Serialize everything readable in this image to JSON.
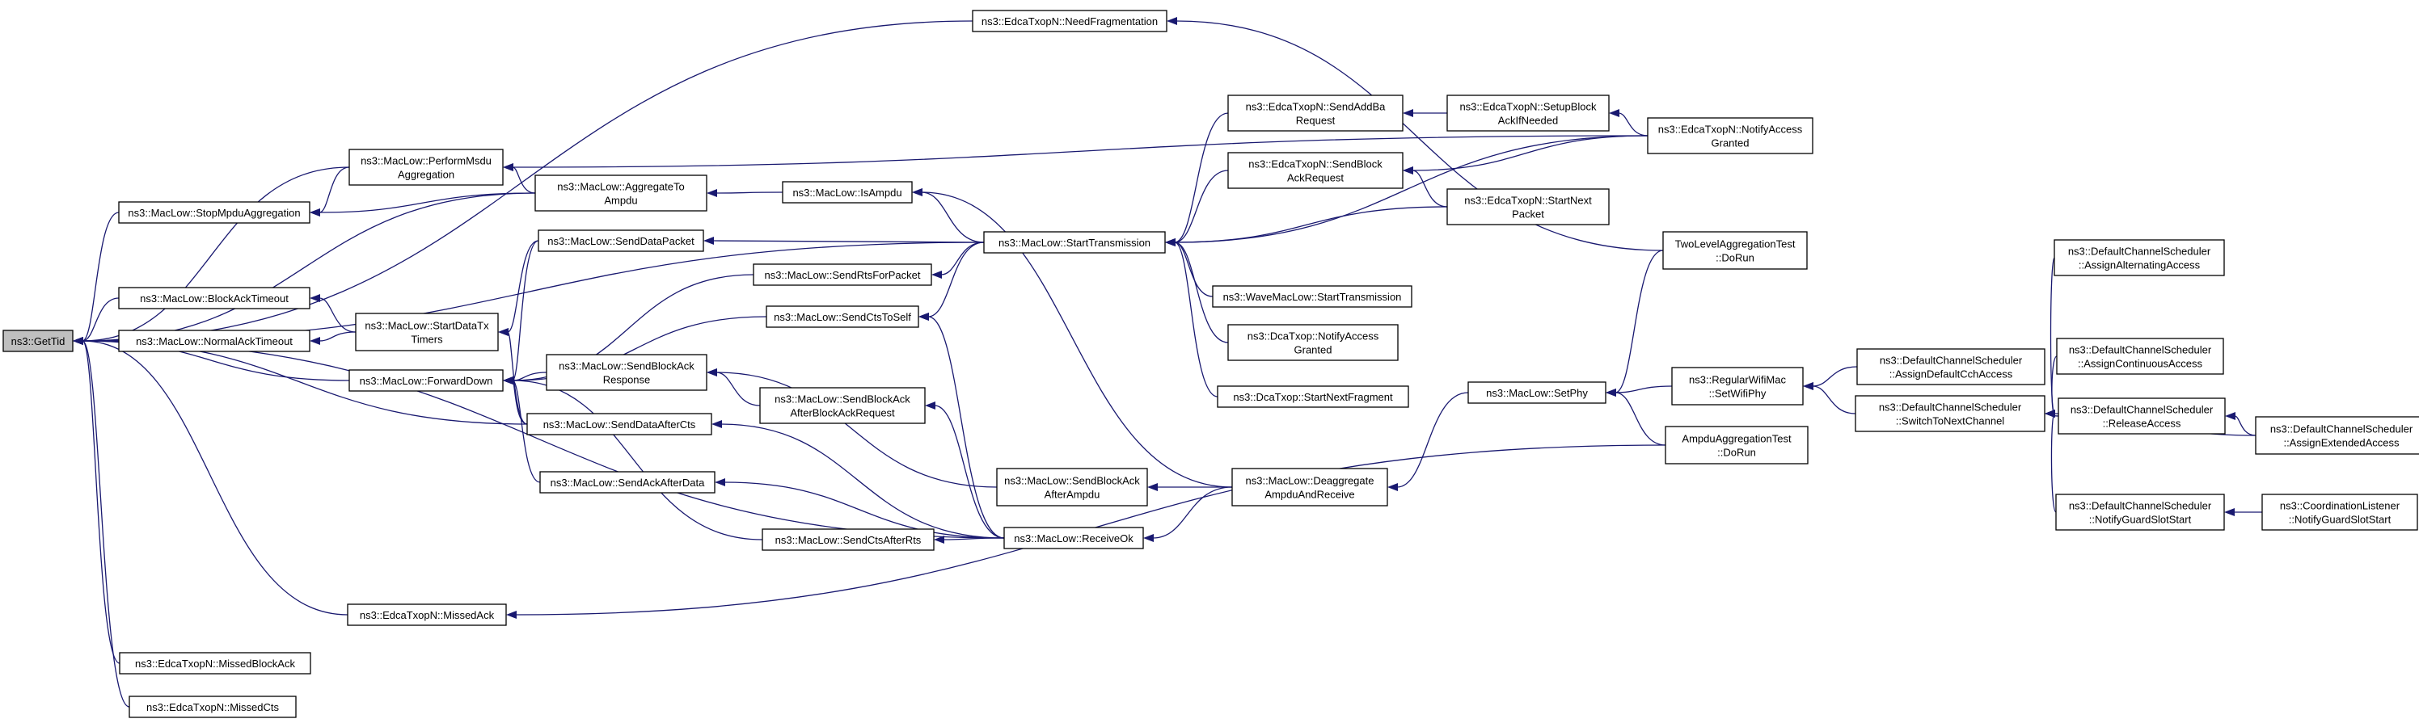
{
  "graph": {
    "root": "gettid",
    "nodes": [
      {
        "id": "gettid",
        "lines": [
          "ns3::GetTid"
        ]
      },
      {
        "id": "needfrag",
        "lines": [
          "ns3::EdcaTxopN::NeedFragmentation"
        ]
      },
      {
        "id": "performmsdu",
        "lines": [
          "ns3::MacLow::PerformMsdu",
          "Aggregation"
        ]
      },
      {
        "id": "stopmpdu",
        "lines": [
          "ns3::MacLow::StopMpduAggregation"
        ]
      },
      {
        "id": "aggrtoampdu",
        "lines": [
          "ns3::MacLow::AggregateTo",
          "Ampdu"
        ]
      },
      {
        "id": "isampdu",
        "lines": [
          "ns3::MacLow::IsAmpdu"
        ]
      },
      {
        "id": "senddatapacket",
        "lines": [
          "ns3::MacLow::SendDataPacket"
        ]
      },
      {
        "id": "starttrans",
        "lines": [
          "ns3::MacLow::StartTransmission"
        ]
      },
      {
        "id": "sendaddba",
        "lines": [
          "ns3::EdcaTxopN::SendAddBa",
          "Request"
        ]
      },
      {
        "id": "setupblockack",
        "lines": [
          "ns3::EdcaTxopN::SetupBlock",
          "AckIfNeeded"
        ]
      },
      {
        "id": "notifyaccessgranted_edca",
        "lines": [
          "ns3::EdcaTxopN::NotifyAccess",
          "Granted"
        ]
      },
      {
        "id": "sendblockackreq",
        "lines": [
          "ns3::EdcaTxopN::SendBlock",
          "AckRequest"
        ]
      },
      {
        "id": "startnextpacket",
        "lines": [
          "ns3::EdcaTxopN::StartNext",
          "Packet"
        ]
      },
      {
        "id": "blockacktimeout",
        "lines": [
          "ns3::MacLow::BlockAckTimeout"
        ]
      },
      {
        "id": "normalacktimeout",
        "lines": [
          "ns3::MacLow::NormalAckTimeout"
        ]
      },
      {
        "id": "startdatatx",
        "lines": [
          "ns3::MacLow::StartDataTx",
          "Timers"
        ]
      },
      {
        "id": "sendrtsforpacket",
        "lines": [
          "ns3::MacLow::SendRtsForPacket"
        ]
      },
      {
        "id": "sendctstoself",
        "lines": [
          "ns3::MacLow::SendCtsToSelf"
        ]
      },
      {
        "id": "wavestarttrans",
        "lines": [
          "ns3::WaveMacLow::StartTransmission"
        ]
      },
      {
        "id": "dcanotify",
        "lines": [
          "ns3::DcaTxop::NotifyAccess",
          "Granted"
        ]
      },
      {
        "id": "dcastartnext",
        "lines": [
          "ns3::DcaTxop::StartNextFragment"
        ]
      },
      {
        "id": "forwarddown",
        "lines": [
          "ns3::MacLow::ForwardDown"
        ]
      },
      {
        "id": "sendblockackresp",
        "lines": [
          "ns3::MacLow::SendBlockAck",
          "Response"
        ]
      },
      {
        "id": "sendblockackafterreq",
        "lines": [
          "ns3::MacLow::SendBlockAck",
          "AfterBlockAckRequest"
        ]
      },
      {
        "id": "senddataafterdts",
        "lines": [
          "ns3::MacLow::SendDataAfterCts"
        ]
      },
      {
        "id": "sendackafterdata",
        "lines": [
          "ns3::MacLow::SendAckAfterData"
        ]
      },
      {
        "id": "sendblockackafterampdu",
        "lines": [
          "ns3::MacLow::SendBlockAck",
          "AfterAmpdu"
        ]
      },
      {
        "id": "deaggregate",
        "lines": [
          "ns3::MacLow::Deaggregate",
          "AmpduAndReceive"
        ]
      },
      {
        "id": "sendctsafterrts",
        "lines": [
          "ns3::MacLow::SendCtsAfterRts"
        ]
      },
      {
        "id": "receiveok",
        "lines": [
          "ns3::MacLow::ReceiveOk"
        ]
      },
      {
        "id": "setphy",
        "lines": [
          "ns3::MacLow::SetPhy"
        ]
      },
      {
        "id": "twolevel",
        "lines": [
          "TwoLevelAggregationTest",
          "::DoRun"
        ]
      },
      {
        "id": "ampduaggtest",
        "lines": [
          "AmpduAggregationTest",
          "::DoRun"
        ]
      },
      {
        "id": "regularwifimac",
        "lines": [
          "ns3::RegularWifiMac",
          "::SetWifiPhy"
        ]
      },
      {
        "id": "assigndefaultcch",
        "lines": [
          "ns3::DefaultChannelScheduler",
          "::AssignDefaultCchAccess"
        ]
      },
      {
        "id": "switchtonext",
        "lines": [
          "ns3::DefaultChannelScheduler",
          "::SwitchToNextChannel"
        ]
      },
      {
        "id": "assignalternating",
        "lines": [
          "ns3::DefaultChannelScheduler",
          "::AssignAlternatingAccess"
        ]
      },
      {
        "id": "assigncontinuous",
        "lines": [
          "ns3::DefaultChannelScheduler",
          "::AssignContinuousAccess"
        ]
      },
      {
        "id": "releaseaccess",
        "lines": [
          "ns3::DefaultChannelScheduler",
          "::ReleaseAccess"
        ]
      },
      {
        "id": "assignextended",
        "lines": [
          "ns3::DefaultChannelScheduler",
          "::AssignExtendedAccess"
        ]
      },
      {
        "id": "notifyguardslot",
        "lines": [
          "ns3::DefaultChannelScheduler",
          "::NotifyGuardSlotStart"
        ]
      },
      {
        "id": "coordlistener",
        "lines": [
          "ns3::CoordinationListener",
          "::NotifyGuardSlotStart"
        ]
      },
      {
        "id": "missedack",
        "lines": [
          "ns3::EdcaTxopN::MissedAck"
        ]
      },
      {
        "id": "missedblockack",
        "lines": [
          "ns3::EdcaTxopN::MissedBlockAck"
        ]
      },
      {
        "id": "missedcts",
        "lines": [
          "ns3::EdcaTxopN::MissedCts"
        ]
      }
    ],
    "edges": [
      [
        "needfrag",
        "gettid"
      ],
      [
        "performmsdu",
        "gettid"
      ],
      [
        "stopmpdu",
        "gettid"
      ],
      [
        "aggrtoampdu",
        "gettid"
      ],
      [
        "starttrans",
        "gettid"
      ],
      [
        "blockacktimeout",
        "gettid"
      ],
      [
        "normalacktimeout",
        "gettid"
      ],
      [
        "forwarddown",
        "gettid"
      ],
      [
        "senddataafterdts",
        "gettid"
      ],
      [
        "receiveok",
        "gettid"
      ],
      [
        "missedack",
        "gettid"
      ],
      [
        "missedblockack",
        "gettid"
      ],
      [
        "missedcts",
        "gettid"
      ],
      [
        "aggrtoampdu",
        "performmsdu"
      ],
      [
        "notifyaccessgranted_edca",
        "performmsdu"
      ],
      [
        "performmsdu",
        "stopmpdu"
      ],
      [
        "aggrtoampdu",
        "stopmpdu"
      ],
      [
        "isampdu",
        "aggrtoampdu"
      ],
      [
        "starttrans",
        "isampdu"
      ],
      [
        "deaggregate",
        "isampdu"
      ],
      [
        "starttrans",
        "senddatapacket"
      ],
      [
        "twolevel",
        "needfrag"
      ],
      [
        "sendaddba",
        "starttrans"
      ],
      [
        "sendblockackreq",
        "starttrans"
      ],
      [
        "notifyaccessgranted_edca",
        "starttrans"
      ],
      [
        "startnextpacket",
        "starttrans"
      ],
      [
        "wavestarttrans",
        "starttrans"
      ],
      [
        "dcanotify",
        "starttrans"
      ],
      [
        "dcastartnext",
        "starttrans"
      ],
      [
        "setupblockack",
        "sendaddba"
      ],
      [
        "notifyaccessgranted_edca",
        "setupblockack"
      ],
      [
        "notifyaccessgranted_edca",
        "sendblockackreq"
      ],
      [
        "startnextpacket",
        "sendblockackreq"
      ],
      [
        "startdatatx",
        "blockacktimeout"
      ],
      [
        "startdatatx",
        "normalacktimeout"
      ],
      [
        "senddatapacket",
        "startdatatx"
      ],
      [
        "senddataafterdts",
        "startdatatx"
      ],
      [
        "starttrans",
        "sendrtsforpacket"
      ],
      [
        "senddatapacket",
        "forwarddown"
      ],
      [
        "sendrtsforpacket",
        "forwarddown"
      ],
      [
        "sendctstoself",
        "forwarddown"
      ],
      [
        "sendblockackresp",
        "forwarddown"
      ],
      [
        "senddataafterdts",
        "forwarddown"
      ],
      [
        "sendackafterdata",
        "forwarddown"
      ],
      [
        "sendctsafterrts",
        "forwarddown"
      ],
      [
        "starttrans",
        "sendctstoself"
      ],
      [
        "sendblockackafterampdu",
        "sendblockackresp"
      ],
      [
        "sendblockackafterreq",
        "sendblockackresp"
      ],
      [
        "receiveok",
        "senddataafterdts"
      ],
      [
        "receiveok",
        "sendackafterdata"
      ],
      [
        "receiveok",
        "sendctsafterrts"
      ],
      [
        "receiveok",
        "sendblockackafterreq"
      ],
      [
        "deaggregate",
        "sendblockackafterampdu"
      ],
      [
        "deaggregate",
        "receiveok"
      ],
      [
        "setphy",
        "deaggregate"
      ],
      [
        "twolevel",
        "setphy"
      ],
      [
        "regularwifimac",
        "setphy"
      ],
      [
        "ampduaggtest",
        "setphy"
      ],
      [
        "assigndefaultcch",
        "regularwifimac"
      ],
      [
        "switchtonext",
        "regularwifimac"
      ],
      [
        "assignalternating",
        "switchtonext"
      ],
      [
        "assigncontinuous",
        "switchtonext"
      ],
      [
        "releaseaccess",
        "switchtonext"
      ],
      [
        "assignextended",
        "switchtonext"
      ],
      [
        "notifyguardslot",
        "switchtonext"
      ],
      [
        "assignextended",
        "releaseaccess"
      ],
      [
        "coordlistener",
        "notifyguardslot"
      ],
      [
        "ampduaggtest",
        "missedack"
      ],
      [
        "receiveok",
        "sendctstoself"
      ]
    ]
  }
}
